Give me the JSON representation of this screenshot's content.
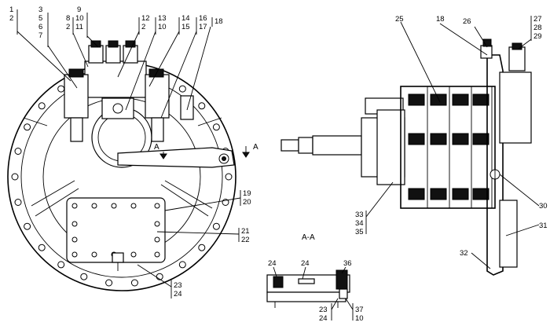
{
  "section_title": "A-A",
  "section_marks": [
    "A",
    "A"
  ],
  "callouts": {
    "c1": "1",
    "c2": "2",
    "c3": "3",
    "c5": "5",
    "c6": "6",
    "c7": "7",
    "c8": "8",
    "c2b": "2",
    "c9": "9",
    "c10": "10",
    "c11": "11",
    "c12": "12",
    "c2c": "2",
    "c13": "13",
    "c10b": "10",
    "c14": "14",
    "c15": "15",
    "c16": "16",
    "c17": "17",
    "c18": "18",
    "c19": "19",
    "c20": "20",
    "c21": "21",
    "c22": "22",
    "c23": "23",
    "c24": "24",
    "r25": "25",
    "r18": "18",
    "r26": "26",
    "r27": "27",
    "r28": "28",
    "r29": "29",
    "r30": "30",
    "r31": "31",
    "r32": "32",
    "r33": "33",
    "r34": "34",
    "r35": "35",
    "s24a": "24",
    "s24b": "24",
    "s36": "36",
    "s23": "23",
    "s24c": "24",
    "s37": "37",
    "s10": "10"
  }
}
